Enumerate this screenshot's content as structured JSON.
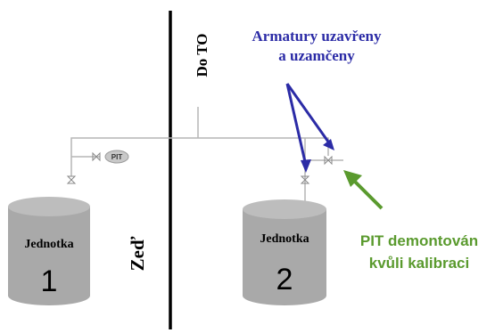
{
  "wall": {
    "label": "Zeď"
  },
  "outlet": {
    "label": "Do TO"
  },
  "callout_valves": {
    "line1": "Armatury uzavřeny",
    "line2": "a uzamčeny",
    "color": "#2b2ba6"
  },
  "callout_pit": {
    "line1": "PIT demontován",
    "line2": "kvůli kalibraci",
    "color": "#5a9a2e"
  },
  "instrument": {
    "label": "PIT"
  },
  "unit1": {
    "name": "Jednotka",
    "number": "1"
  },
  "unit2": {
    "name": "Jednotka",
    "number": "2"
  },
  "colors": {
    "tank": "#a9a9a9",
    "tank_top": "#c4c4c4",
    "pipe": "#b0b0b0",
    "wall": "#000000"
  }
}
